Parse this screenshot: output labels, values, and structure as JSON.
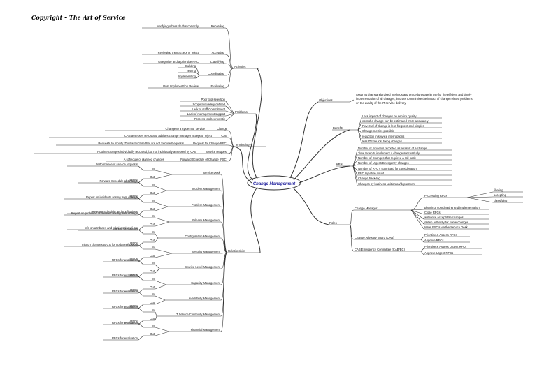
{
  "header": {
    "copyright": "Copyright – The Art of Service"
  },
  "center": {
    "label": "Change Management"
  },
  "colors": {
    "line": "#333333",
    "center_fill": "#ffffff",
    "center_text": "#1a1a99",
    "text": "#111111"
  },
  "branches": {
    "activities": {
      "label": "Activities",
      "items": [
        {
          "label": "Recording",
          "leaves": [
            "Verifying others do this correctly"
          ]
        },
        {
          "label": "Accepting",
          "leaves": [
            "Reviewing then accept or reject"
          ]
        },
        {
          "label": "Classifying",
          "leaves": [
            "categorise and a prioritise RFC"
          ]
        },
        {
          "label": "Coordinating",
          "leaves": [
            "Building",
            "Testing",
            "Implementing"
          ]
        },
        {
          "label": "Evaluating",
          "leaves": [
            "Post Implementtion Review"
          ]
        }
      ]
    },
    "problems": {
      "label": "Problems",
      "items": [
        "Poor tool selection",
        "Scope too widely defined",
        "Lack of staff Commitment",
        "Lack of management support",
        "Process too beurocratic"
      ]
    },
    "terminology": {
      "label": "Terminology",
      "items": [
        {
          "label": "Change",
          "leaf": "Change to a system or service"
        },
        {
          "label": "CAB",
          "leaf": "CAB assesses RFCs and advises change manager accept or reject"
        },
        {
          "label": "Request for Change(RFC)",
          "leaf": "Requests to modify IT infrastructure that are not Service Requests"
        },
        {
          "label": "Service Request",
          "leaf": "Routine changes individually recorded, but not individually assessed by CAB"
        },
        {
          "label": "Forward Schedule of Change (FSC)",
          "leaf": "A schedule of planned changes"
        }
      ]
    },
    "relationships": {
      "label": "Relationships",
      "items": [
        {
          "label": "Service Desk",
          "in": "Performance of service requests",
          "out": "Forward Schedule of Change"
        },
        {
          "label": "Incident Management",
          "in": "RFCs",
          "out": "Report on incidents arising from change"
        },
        {
          "label": "Problem Management",
          "in": "RFCs",
          "out": "Report on problems and errors arising from change"
        },
        {
          "label": "Release Management",
          "in": "Release Schedule and notifications",
          "out": "Control of releases"
        },
        {
          "label": "Configuration Management",
          "in": "Info on attributes and relationships of CIs",
          "out": "Info on changes to CIs for update of CMDB"
        },
        {
          "label": "Security Management",
          "in": "RFCs",
          "out": "RFCs for evaluation"
        },
        {
          "label": "Service Level Management",
          "in": "RFCs",
          "out": "RFCs for evaluation"
        },
        {
          "label": "Capacity Management",
          "in": "RFCs",
          "out": "RFCs for evaluation"
        },
        {
          "label": "Availability Management",
          "in": "RFCs",
          "out": "RFCs for evaluation"
        },
        {
          "label": "IT Service Continuity Management",
          "in": "RFCs",
          "out": "RFCs for evaluation"
        },
        {
          "label": "Financial Management",
          "in": "RFCs",
          "out": "RFCs for evaluation"
        }
      ],
      "in_label": "In",
      "out_label": "Out"
    },
    "objectives": {
      "label": "Objectives",
      "lines": [
        "Assuring that standardised methods and procedures  are in use for the efficient and timely",
        "implementation of all changes, in order to minimise the impact of change related problems",
        "on the quality of the IT service delivery."
      ]
    },
    "benefits": {
      "label": "Benefits",
      "items": [
        "Less impact of changes on service quality",
        "cost of a change can be estimated more accurately",
        "Reversal of change is less frequent and simpler",
        "Change metrics possible",
        "reduction in service interruptions",
        "less IT time lost fixing changes"
      ]
    },
    "kpis": {
      "label": "KPIs",
      "items": [
        "Number of incidents recorded as a result of a change",
        "Time taken to implement a change successfully",
        "Number of Changes that required a roll-back",
        "Number of Urgent/Emergency changes",
        "Number of RFC's submitted for consideration",
        "RFC rejection count",
        "Change back-log",
        "Changes by business unit/areas/department"
      ]
    },
    "roles": {
      "label": "Roles",
      "change_manager": {
        "label": "Change Manager",
        "processing": {
          "label": "Processing  RFCs",
          "items": [
            "filtering",
            "accepting",
            "classifying"
          ]
        },
        "items": [
          "planning, coordinating and implementation",
          "Close RFCs",
          "authorise acceptable changes",
          "obtain authority for some changes",
          "Issue FSC's via the Service Desk"
        ]
      },
      "cab": {
        "label": "Change Advisory Board (CAB)",
        "items": [
          "Prioritise & Assess RFCs",
          "Approve RFCs"
        ]
      },
      "cab_ec": {
        "label": "CAB Emergency Committee (CAB/EC)",
        "items": [
          "Prioritise & Assess Urgent RFCs",
          "Approve Urgent RFCs"
        ]
      }
    }
  }
}
